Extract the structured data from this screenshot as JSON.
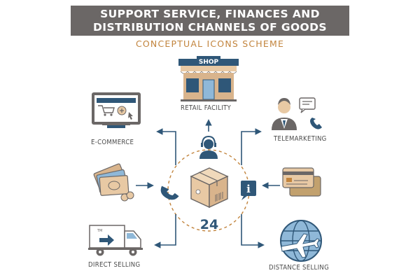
{
  "title": {
    "line1": "SUPPORT SERVICE, FINANCES AND",
    "line2": "DISTRIBUTION CHANNELS OF GOODS"
  },
  "subtitle": "CONCEPTUAL ICONS SCHEME",
  "nodes": {
    "retail": "RETAIL FACILITY",
    "shop_sign": "SHOP",
    "ecommerce": "E-COMMERCE",
    "telemarketing": "TELEMARKETING",
    "direct": "DIRECT SELLING",
    "distance": "DISTANCE SELLING"
  },
  "center": {
    "hours": "24",
    "info_glyph": "i"
  },
  "icons": {
    "retail": "shop-icon",
    "ecommerce": "computer-cart-icon",
    "telemarketing": "operator-phone-icon",
    "cash": "cash-icon",
    "card": "credit-card-icon",
    "direct": "truck-icon",
    "distance": "globe-plane-icon",
    "center": "box-icon",
    "support": "headset-icon",
    "phone": "phone-icon",
    "info": "info-icon"
  },
  "colors": {
    "banner": "#6b6766",
    "accent": "#c2843d",
    "arrow": "#2f5778",
    "box": "#e8c9a4",
    "circle": "#c2843d"
  }
}
